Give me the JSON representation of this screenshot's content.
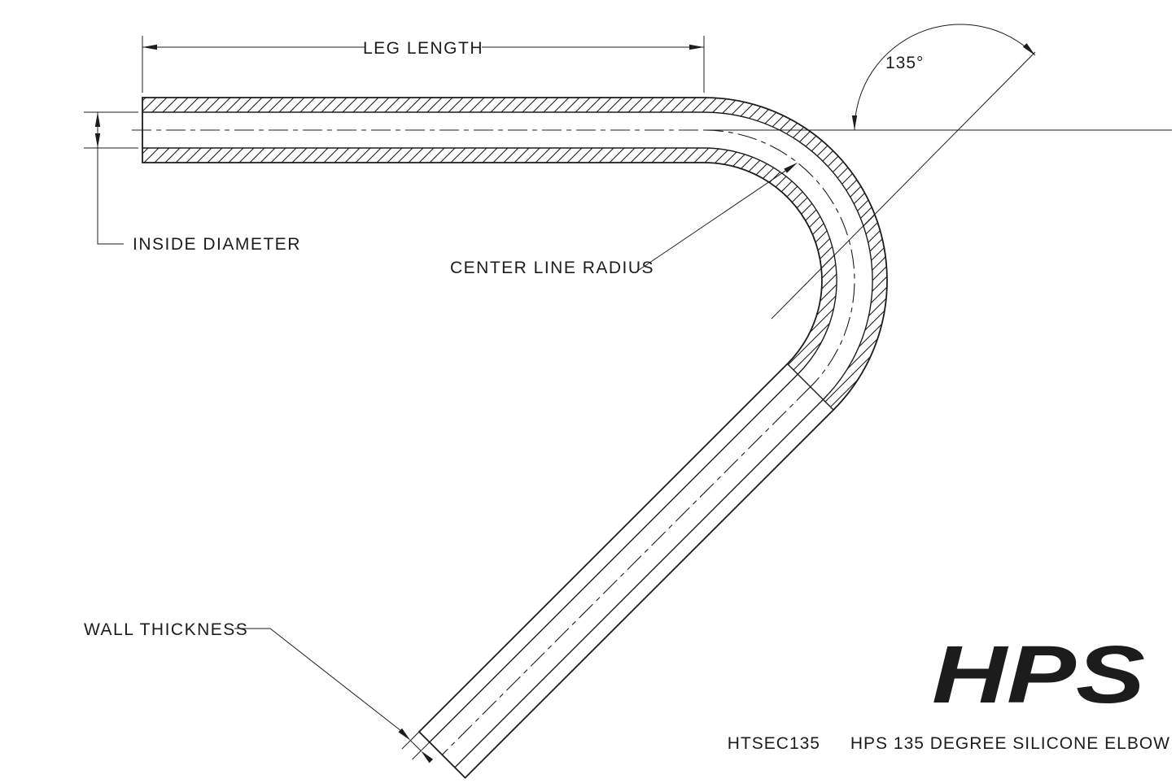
{
  "drawing": {
    "labels": {
      "leg_length": "LEG LENGTH",
      "inside_diameter": "INSIDE DIAMETER",
      "center_line_radius": "CENTER LINE RADIUS",
      "wall_thickness": "WALL THICKNESS",
      "angle": "135°"
    },
    "footer": {
      "part_number": "HTSEC135",
      "product_title": "HPS 135 DEGREE SILICONE ELBOW"
    },
    "logo_text": "HPS",
    "colors": {
      "line": "#1c1c1c",
      "background": "#ffffff"
    }
  }
}
